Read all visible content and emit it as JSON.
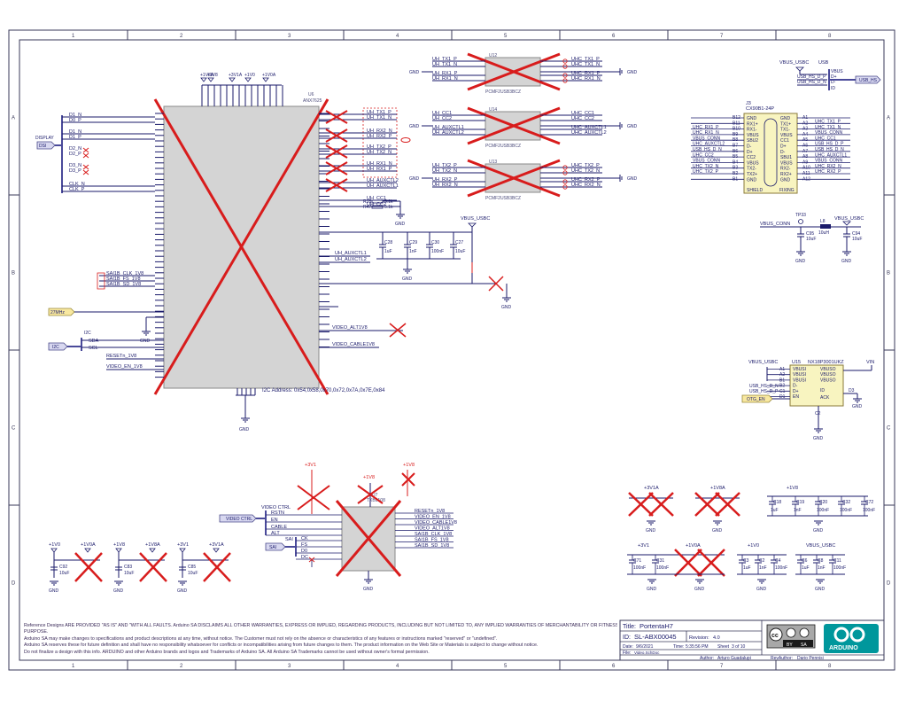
{
  "border": {
    "cols": [
      "1",
      "2",
      "3",
      "4",
      "5",
      "6",
      "7",
      "8"
    ],
    "rows": [
      "A",
      "B",
      "C",
      "D"
    ]
  },
  "title_block": {
    "title_label": "Title:",
    "title": "PortentaH7",
    "id_label": "ID:",
    "id": "SL-ABX00045",
    "revision_label": "Revision:",
    "revision": "4.0",
    "date_label": "Date:",
    "date": "9/6/2021",
    "time_label": "Time:",
    "time": "5:35:56 PM",
    "sheet_label": "Sheet",
    "sheet": "3 of 10",
    "file_label": "File:",
    "file": "Video.SchDoc",
    "author_label": "Author:",
    "author": "Arturo Guadalupi",
    "revauthor_label": "RevAuthor:",
    "revauthor": "Dario Pennisi",
    "cc_badge": [
      "cc",
      "BY",
      "SA"
    ],
    "brand": "ARDUINO"
  },
  "disclaimer": [
    "Reference Designs ARE PROVIDED \"AS IS\" AND \"WITH ALL FAULTS. Arduino SA DISCLAIMS ALL OTHER WARRANTIES, EXPRESS OR IMPLIED, REGARDING PRODUCTS, INCLUDING BUT NOT LIMITED TO, ANY IMPLIED WARRANTIES OF MERCHANTABILITY OR FITNESS FOR A PARTICULAR",
    "PURPOSE.",
    "Arduino SA may make changes to specifications and product descriptions at any time, without notice. The Customer must not rely on the absence or characteristics of any features or instructions marked \"reserved\" or \"undefined\".",
    "Arduino SA reserves these for future definition and shall have no responsibility whatsoever for conflicts or incompatibilities arising from future changes to them. The product information on the Web Site or Materials is subject to change without notice.",
    "Do not finalize a design with this info. ARDUINO and other Arduino brands and logos and Trademarks of Arduino SA. All Arduino SA Trademarks cannot be used without owner's formal permission."
  ],
  "display_block": {
    "port": "DSI",
    "port_title": "DISPLAY",
    "nets": [
      "D1_N",
      "D0_P",
      "D1_N",
      "D1_P",
      "D2_N",
      "D2_P",
      "D3_N",
      "D3_P",
      "CLK_N",
      "CLK_P"
    ],
    "sai": [
      "SAI1B_CLK_1V8",
      "SAI1B_FS_1V8",
      "SAI1B_SD_1V8"
    ],
    "clock_port": "27MHz",
    "i2c_port": "I2C",
    "i2c_title": "I2C",
    "i2c_nets": [
      "SDA",
      "SCL"
    ],
    "reset_net": "RESETn_1V8",
    "video_en_net": "VIDEO_EN_1V8",
    "i2c_address": "I2C Address: 0x54,0x58,0x70,0x72,0x7A,0x7E,0x84",
    "u_label": "U6",
    "u_part": "ANX7625",
    "rails": [
      "+1V8A",
      "+1V8",
      "+3V1A",
      "+1V0",
      "+1V0A"
    ]
  },
  "hs_nets_left": [
    "UH_TX1_P",
    "UH_TX1_N",
    "UH_RX2_N",
    "UH_RX2_P",
    "UH_TX2_P",
    "UH_TX2_N",
    "UH_RX1_N",
    "UH_RX1_P",
    "UH_AUXCTL2",
    "UH_AUXCTL1",
    "UH_CC1",
    "UH_CC2"
  ],
  "resistors_cc": [
    {
      "ref": "R28",
      "val": "5.1k"
    },
    {
      "ref": "R47",
      "val": "5.1k"
    }
  ],
  "vbus_usbc": "VBUS_USBC",
  "caps_mid": [
    {
      "ref": "C28",
      "val": "1uF"
    },
    {
      "ref": "C29",
      "val": "1nF"
    },
    {
      "ref": "C30",
      "val": "100nF"
    },
    {
      "ref": "C27",
      "val": "10uF"
    }
  ],
  "aux_nets_mid": [
    "UH_AUXCTL1",
    "UH_AUXCTL2"
  ],
  "video_nets_mid": [
    "VIDEO_ALT1V8",
    "VIDEO_CABLE1V8"
  ],
  "gnd": "GND",
  "esd_chips": [
    {
      "ref": "U12",
      "part": "PCMF2USB3BCZ",
      "left": [
        "UH_TX1_P",
        "UH_TX1_N",
        "UH_RX1_P",
        "UH_RX1_N"
      ],
      "right": [
        "UHC_TX1_P",
        "UHC_TX1_N",
        "UHC_RX1_P",
        "UHC_RX1_N"
      ]
    },
    {
      "ref": "U14",
      "part": "PCMF2USB3BCZ",
      "left": [
        "UH_CC1",
        "UH_CC2",
        "UH_AUXCTL1",
        "UH_AUXCTL2"
      ],
      "right": [
        "UHC_CC1",
        "UHC_CC2",
        "UHC_AUXCTL1",
        "UHC_AUXCTL2"
      ]
    },
    {
      "ref": "U13",
      "part": "PCMF2USB3BCZ",
      "left": [
        "UH_TX2_P",
        "UH_TX2_N",
        "UH_RX2_P",
        "UH_RX2_N"
      ],
      "right": [
        "UHC_TX2_P",
        "UHC_TX2_N",
        "UHC_RX2_P",
        "UHC_RX2_N"
      ]
    }
  ],
  "connector": {
    "ref": "J3",
    "part": "CX90B1-24P",
    "left_nets": [
      "",
      "",
      "UHC_RX1_P",
      "UHC_RX1_N",
      "VBUS_CONN",
      "UHC_AUXCTL2",
      "USB_HS_D_N",
      "UHC_CC2",
      "VBUS_CONN",
      "UHC_TX2_N",
      "UHC_TX2_P",
      ""
    ],
    "left_pins": [
      "B12",
      "B11",
      "B10",
      "B9",
      "B8",
      "B7",
      "B6",
      "B5",
      "B4",
      "B3",
      "B2",
      "B1"
    ],
    "inner_left": [
      "GND",
      "RX1+",
      "RX1-",
      "VBUS",
      "SBU2",
      "D-",
      "D+",
      "CC2",
      "VBUS",
      "TX2-",
      "TX2+",
      "GND"
    ],
    "inner_right": [
      "GND",
      "TX1+",
      "TX1-",
      "VBUS",
      "CC1",
      "D+",
      "D-",
      "SBU1",
      "VBUS",
      "RX2-",
      "RX2+",
      "GND"
    ],
    "right_pins": [
      "A1",
      "A2",
      "A3",
      "A4",
      "A5",
      "A6",
      "A7",
      "A8",
      "A9",
      "A10",
      "A11",
      "A12"
    ],
    "right_nets": [
      "",
      "UHC_TX1_P",
      "UHC_TX1_N",
      "VBUS_CONN",
      "UHC_CC1",
      "USB_HS_D_P",
      "USB_HS_D_N",
      "UHC_AUXCTL1",
      "VBUS_CONN",
      "UHC_RX2_N",
      "UHC_RX2_P",
      ""
    ],
    "shield": "SHIELD",
    "fixing": "FIXING"
  },
  "usb_port": {
    "title": "USB",
    "net": "VBUS_USBC",
    "port": "USB_HS",
    "nets": [
      "VBUS",
      "D+",
      "D-",
      "ID"
    ],
    "wires": [
      "USB_HS_D_P",
      "USB_HS_D_N"
    ]
  },
  "vbus_filter": {
    "tp": "TP33",
    "net_in": "VBUS_CONN",
    "ind_ref": "L8",
    "ind_val": "10uH",
    "net_out": "VBUS_USBC",
    "c1_ref": "C95",
    "c1_val": "10uF",
    "c2_ref": "C94",
    "c2_val": "10uF"
  },
  "u15": {
    "ref": "U15",
    "part": "NX18P3001UKZ",
    "net_in": "VBUS_USBC",
    "net_out": "VIN",
    "left_pins": [
      "A1",
      "A2",
      "B1",
      "B2",
      "C1",
      "D1"
    ],
    "inner_left": [
      "VBUSI",
      "VBUSI",
      "VBUSI",
      "D-",
      "D+",
      "EN"
    ],
    "inner_right": [
      "VBUSO",
      "VBUSO",
      "VBUSO",
      "ID",
      "ACK"
    ],
    "wires": [
      "USB_HS_D_N",
      "USB_HS_D_P"
    ],
    "otg_port": "OTG_EN",
    "d_ref": "D3",
    "gnd_pin": "C2"
  },
  "video_ctrl": {
    "port": "VIDEO CTRL",
    "title": "VIDEO CTRL",
    "nets": [
      "RSTN",
      "EN",
      "CABLE",
      "ALT"
    ],
    "sai_port": "SAI",
    "sai_title": "SAI",
    "sai_nets": [
      "CK",
      "FS",
      "D0",
      "DC"
    ],
    "u_ref": "U7",
    "u_part": "TXB0108",
    "rails": [
      "+3V1",
      "+1V8",
      "+1V8"
    ],
    "right_nets": [
      "RESETn_1V8",
      "VIDEO_EN_1V8",
      "VIDEO_CABLE1V8",
      "VIDEO_ALT1V8",
      "SAI1B_CLK_1V8",
      "SAI1B_FS_1V8",
      "SAI1B_SD_1V8"
    ]
  },
  "bottom_left_groups": [
    {
      "rails": [
        "+1V0",
        "+1V0A"
      ],
      "caps": [
        {
          "ref": "C92",
          "val": "10uF"
        }
      ]
    },
    {
      "rails": [
        "+1V8",
        "+1V8A"
      ],
      "caps": [
        {
          "ref": "C83",
          "val": "10uF"
        }
      ]
    },
    {
      "rails": [
        "+3V1",
        "+3V1A"
      ],
      "caps": [
        {
          "ref": "C85",
          "val": "10uF"
        }
      ]
    }
  ],
  "bottom_right": {
    "rails_top": [
      "+3V1A",
      "+1V8A",
      "+1V8"
    ],
    "rails_bottom": [
      "+3V1",
      "+1V0A",
      "+1V0",
      "VBUS_USBC"
    ],
    "caps_top": [
      {
        "ref": "C18",
        "val": "1uF"
      },
      {
        "ref": "C19",
        "val": "1nF"
      },
      {
        "ref": "C20",
        "val": "100nF"
      },
      {
        "ref": "C32",
        "val": "100nF"
      },
      {
        "ref": "C72",
        "val": "100nF"
      }
    ],
    "caps_bottom": [
      {
        "ref": "C71",
        "val": "100nF"
      },
      {
        "ref": "C31",
        "val": "100nF"
      },
      {
        "ref": "C3",
        "val": "1uF"
      },
      {
        "ref": "C2",
        "val": "1nF"
      },
      {
        "ref": "C4",
        "val": "100nF"
      },
      {
        "ref": "C6",
        "val": "1uF"
      },
      {
        "ref": "C8",
        "val": "1nF"
      },
      {
        "ref": "C11",
        "val": "100nF"
      }
    ]
  }
}
